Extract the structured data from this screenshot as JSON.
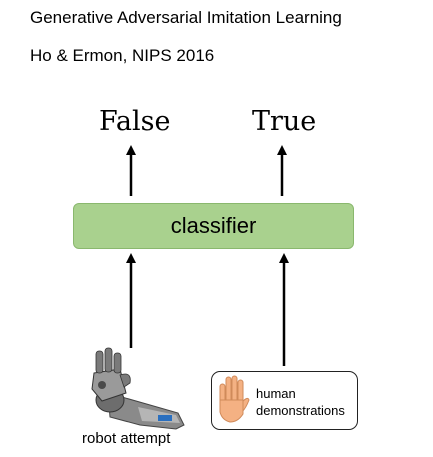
{
  "header": {
    "title": "Generative Adversarial Imitation Learning",
    "citation": "Ho & Ermon, NIPS 2016"
  },
  "diagram": {
    "output_false": "False",
    "output_true": "True",
    "classifier_label": "classifier",
    "robot_caption": "robot attempt",
    "human_label_line1": "human",
    "human_label_line2": "demonstrations"
  },
  "colors": {
    "classifier_fill": "#a9d18e",
    "hand_skin": "#f4b183",
    "robot_gray": "#7f7f7f"
  },
  "icons": {
    "robot": "robot-arm-icon",
    "hand": "hand-icon"
  }
}
